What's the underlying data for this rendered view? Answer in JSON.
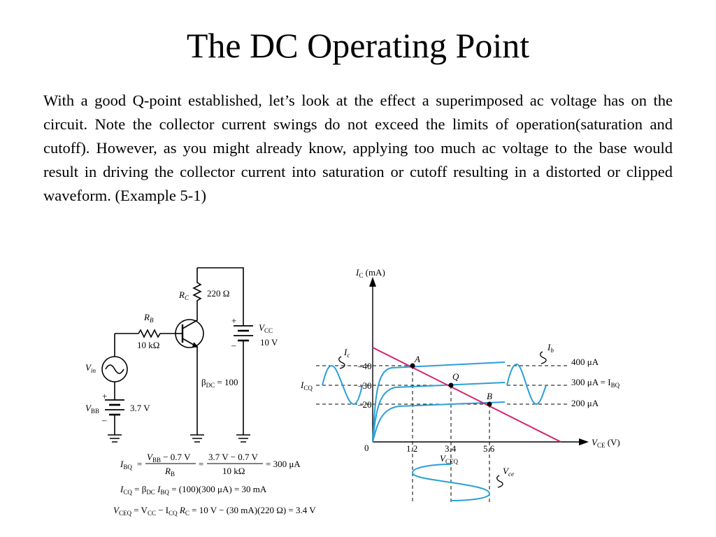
{
  "title": "The DC Operating Point",
  "paragraph": "With a good Q-point established, let’s look at the effect a superimposed ac voltage has on the circuit. Note the collector current swings do not exceed the limits of operation(saturation and cutoff). However, as you might already know, applying too much ac voltage to the base would result in driving the collector current into saturation or cutoff resulting in a distorted or clipped waveform. (Example 5-1)",
  "circuit": {
    "rc_label": "R",
    "rc_sub": "C",
    "rc_value": "220 Ω",
    "rb_label": "R",
    "rb_sub": "B",
    "rb_value": "10 kΩ",
    "vcc_label": "V",
    "vcc_sub": "CC",
    "vcc_value": "10 V",
    "vin_label": "V",
    "vin_sub": "in",
    "vbb_label": "V",
    "vbb_sub": "BB",
    "vbb_value": "3.7 V",
    "beta": "β",
    "beta_sub": "DC",
    "beta_value": " = 100",
    "plus": "+",
    "minus": "–"
  },
  "equations": {
    "ibq_lhs": "I",
    "ibq_lhs_sub": "BQ",
    "ibq_num1": "V",
    "ibq_num1_sub": "BB",
    "ibq_num1_rest": " − 0.7 V",
    "ibq_den1": "R",
    "ibq_den1_sub": "B",
    "ibq_num2": "3.7 V − 0.7 V",
    "ibq_den2": "10 kΩ",
    "ibq_result": "= 300 μA",
    "eq": "=",
    "icq_line": "I",
    "icq_line_sub": "CQ",
    "icq_line_rest": " = β",
    "icq_beta_sub": "DC",
    "icq_line_i": " I",
    "icq_line_i_sub": "BQ",
    "icq_line_end": " = (100)(300 μA) = 30 mA",
    "vceq_line": "V",
    "vceq_line_sub": "CEQ",
    "vceq_line_rest": " = V",
    "vceq_vcc_sub": "CC",
    "vceq_line_minus": " − I",
    "vceq_icq_sub": "CQ",
    "vceq_line_r": " R",
    "vceq_rc_sub": "C",
    "vceq_line_end": " = 10 V − (30 mA)(220 Ω) = 3.4 V"
  },
  "graph": {
    "y_label": "I",
    "y_label_sub": "C",
    "y_unit": " (mA)",
    "x_label": "V",
    "x_label_sub": "CE",
    "x_unit": " (V)",
    "origin": "0",
    "y_ticks": [
      "–40",
      "–30",
      "–20"
    ],
    "x_ticks": [
      "1.2",
      "3.4",
      "5.6"
    ],
    "point_a": "A",
    "point_q": "Q",
    "point_b": "B",
    "ic_wave_label": "I",
    "ic_wave_sub": "c",
    "ib_wave_label": "I",
    "ib_wave_sub": "b",
    "vce_wave_label": "V",
    "vce_wave_sub": "ce",
    "icq_label": "I",
    "icq_sub": "CQ",
    "vceq_label": "V",
    "vceq_sub": "CEQ",
    "curve_labels": [
      {
        "value": "400 μA",
        "suffix": "",
        "suffix_sub": ""
      },
      {
        "value": "300 μA = I",
        "suffix": "",
        "suffix_sub": "BQ"
      },
      {
        "value": "200 μA",
        "suffix": "",
        "suffix_sub": ""
      }
    ]
  },
  "colors": {
    "load_line": "#d6226e",
    "curves": "#2b9fd8"
  }
}
